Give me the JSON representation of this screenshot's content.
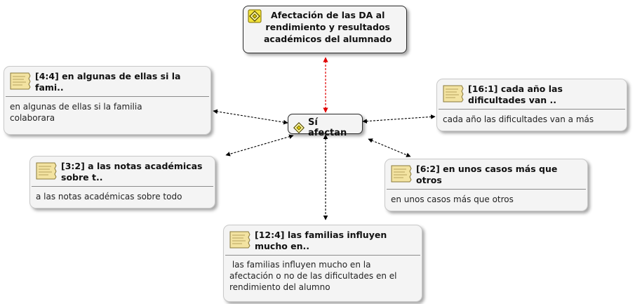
{
  "main_code": {
    "label": "Afectación de las DA al rendimiento y resultados académicos del alumnado",
    "lines": [
      "Afectación de las DA al",
      "rendimiento y resultados",
      "académicos del alumnado"
    ]
  },
  "hub_code": {
    "label": "Sí afectan"
  },
  "quotations": [
    {
      "id": "q44",
      "title": "[4:4] en algunas de ellas si la fami..",
      "text": "en algunas de ellas si la familia colaborara"
    },
    {
      "id": "q161",
      "title": "[16:1] cada año las dificultades van ..",
      "text": "cada año las dificultades van a más"
    },
    {
      "id": "q32",
      "title": "[3:2] a las notas académicas sobre t..",
      "text": "a las notas académicas sobre todo"
    },
    {
      "id": "q62",
      "title": "[6:2] en unos casos más que otros",
      "text": "en unos casos más que otros"
    },
    {
      "id": "q124",
      "title": "[12:4] las familias influyen mucho en..",
      "text": " las familias influyen mucho en la afectación o no de las dificultades en el rendimiento del alumno"
    }
  ],
  "colors": {
    "link_default": "#000000",
    "link_highlight": "#e00000",
    "code_icon": "#f2e23a",
    "quote_icon": "#f3e3a1"
  },
  "icons": {
    "code": "code-diamond-icon",
    "quotation": "quotation-document-icon"
  }
}
